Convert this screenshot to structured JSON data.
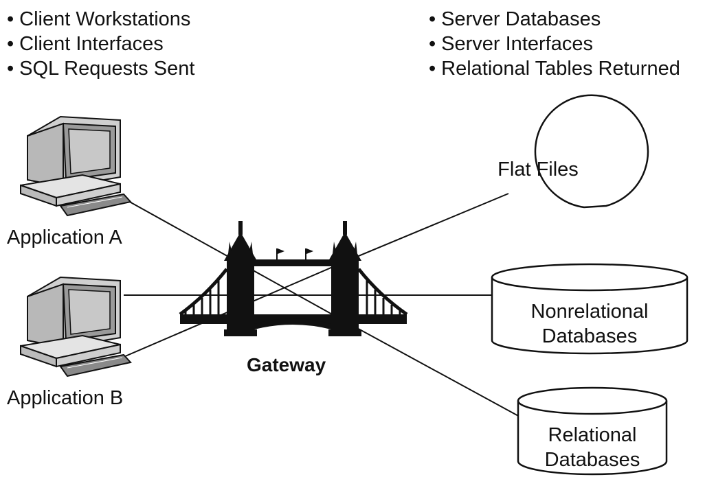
{
  "client_bullets": [
    "Client Workstations",
    "Client Interfaces",
    "SQL Requests Sent"
  ],
  "server_bullets": [
    "Server Databases",
    "Server Interfaces",
    "Relational Tables Returned"
  ],
  "nodes": {
    "app_a": "Application A",
    "app_b": "Application B",
    "gateway": "Gateway",
    "flat_files": "Flat Files",
    "nonrelational": [
      "Nonrelational",
      "Databases"
    ],
    "relational": [
      "Relational",
      "Databases"
    ]
  },
  "icons": {
    "workstation": "computer-workstation-icon",
    "gateway": "tower-bridge-icon",
    "flat_files": "flat-file-icon",
    "database": "database-cylinder-icon"
  },
  "colors": {
    "ink": "#111111",
    "screen": "#c8c8c8",
    "body": "#d9d9d9",
    "background": "#ffffff"
  }
}
